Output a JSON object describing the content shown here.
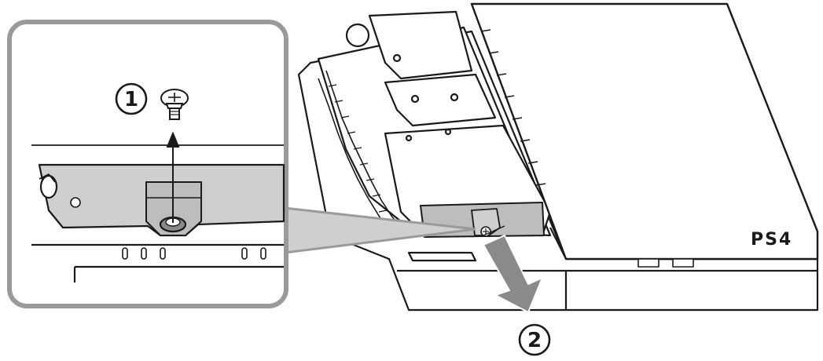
{
  "steps": [
    {
      "number": "1"
    },
    {
      "number": "2"
    }
  ],
  "console": {
    "logo_text": "PS4"
  },
  "colors": {
    "line": "#1a1a1a",
    "callout_frame": "#9a9a9a",
    "hdd_bracket": "#cfcfcf",
    "hdd_bracket_dark": "#bdbdbd",
    "pull_arrow": "#8a8a8a",
    "background": "#ffffff"
  }
}
